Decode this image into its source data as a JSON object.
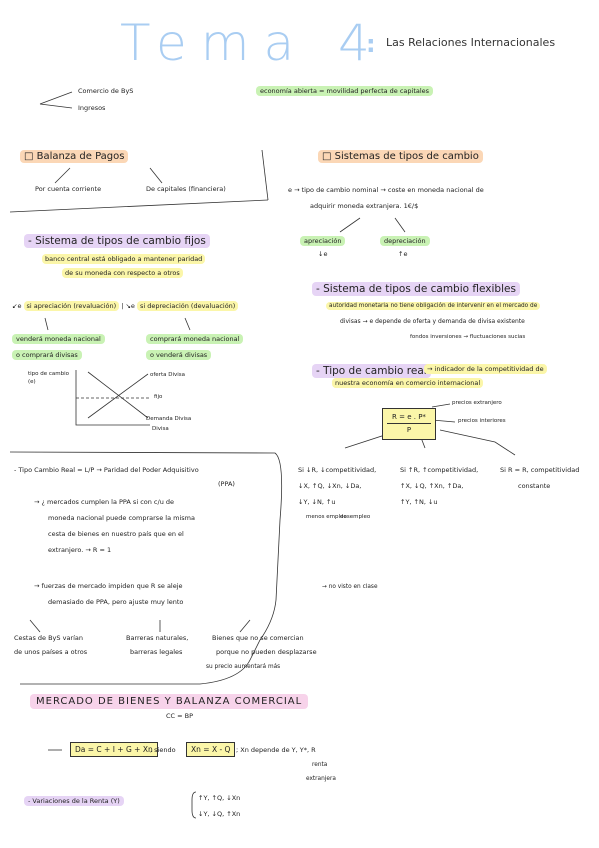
{
  "title": {
    "main": "Tema 4",
    "colon": ":",
    "subtitle": "Las Relaciones Internacionales"
  },
  "top": {
    "branch1": "Comercio de ByS",
    "branch2": "Ingresos",
    "economia": "economía abierta = movilidad perfecta de capitales"
  },
  "balanza": {
    "heading": "□ Balanza de Pagos",
    "left": "Por cuenta corriente",
    "right": "De capitales (financiera)"
  },
  "sistemas": {
    "heading": "□ Sistemas de tipos de cambio",
    "e_line1": "e → tipo de cambio nominal → coste en moneda nacional de",
    "e_line2": "adquirir moneda extranjera. 1€/$",
    "apreciacion": "apreciación",
    "apreciacion_sub": "↓e",
    "depreciacion": "depreciación",
    "depreciacion_sub": "↑e"
  },
  "fijos": {
    "heading": "- Sistema de tipos de cambio fijos",
    "line1": "banco central está obligado a mantener paridad",
    "line2": "de su moneda con respecto a otros",
    "cond_part1": "si apreciación (revaluación)",
    "cond_part2": "si depreciación (devaluación)",
    "left1": "venderá moneda nacional",
    "left2": "o comprará divisas",
    "right1": "comprará moneda nacional",
    "right2": "o venderá divisas",
    "chart_ylabel": "tipo de cambio (e)",
    "chart_oferta": "oferta Divisa",
    "chart_fijo": "fijo",
    "chart_demanda": "Demanda Divisa",
    "chart_xlabel": "Divisa"
  },
  "flexibles": {
    "heading": "- Sistema de tipos de cambio flexibles",
    "line1": "autoridad monetaria no tiene obligación de intervenir en el mercado de",
    "line2": "divisas → e depende de oferta y demanda de divisa existente",
    "line3": "fondos inversiones → fluctuaciones sucias"
  },
  "real": {
    "heading": "- Tipo de cambio real",
    "desc1": "→ indicador de la competitividad de",
    "desc2": "nuestra economía en comercio internacional",
    "formula_top": "R = e . P*",
    "formula_bottom": "P",
    "precios_ext": "precios extranjero",
    "precios_int": "precios interiores",
    "c1_1": "Si ↓R, ↓competitividad,",
    "c1_2": "↓X, ↑Q, ↓Xn, ↓Da,",
    "c1_3": "↓Y, ↓N, ↑u",
    "c1_4": "menos empleo",
    "c1_5": "desempleo",
    "c2_1": "Si ↑R, ↑competitividad,",
    "c2_2": "↑X, ↓Q, ↑Xn, ↑Da,",
    "c2_3": "↑Y, ↑N, ↓u",
    "c3_1": "Si R = R, competitividad",
    "c3_2": "constante"
  },
  "ppa": {
    "line1": "- Tipo Cambio Real = L/P → Paridad del Poder Adquisitivo",
    "line1b": "(PPA)",
    "line2": "→ ¿ mercados cumplen la PPA si con c/u de",
    "line3": "moneda nacional puede comprarse la misma",
    "line4": "cesta de bienes en nuestro país que en el",
    "line5": "extranjero. → R = 1",
    "line6": "→ fuerzas de mercado impiden que R se aleje",
    "line7": "demasiado de PPA, pero ajuste muy lento",
    "novisto": "→ no visto en clase",
    "b1_1": "Cestas de ByS varían",
    "b1_2": "de unos países a otros",
    "b2_1": "Barreras naturales,",
    "b2_2": "barreras legales",
    "b3_1": "Bienes que no se comercian",
    "b3_2": "porque no pueden desplazarse",
    "b3_3": "su precio aumentará más"
  },
  "mercado": {
    "heading": "MERCADO DE BIENES Y BALANZA COMERCIAL",
    "cc": "CC = BP",
    "formula1": "Da = C + I + G + Xn",
    "siendo": ", siendo",
    "formula2": "Xn = X - Q",
    "xn_dep": "; Xn depende de Y, Y*, R",
    "renta1": "renta",
    "renta2": "extranjera",
    "variaciones": "- Variaciones de la Renta (Y)",
    "var1": "↑Y, ↑Q, ↓Xn",
    "var2": "↓Y, ↓Q, ↑Xn"
  }
}
